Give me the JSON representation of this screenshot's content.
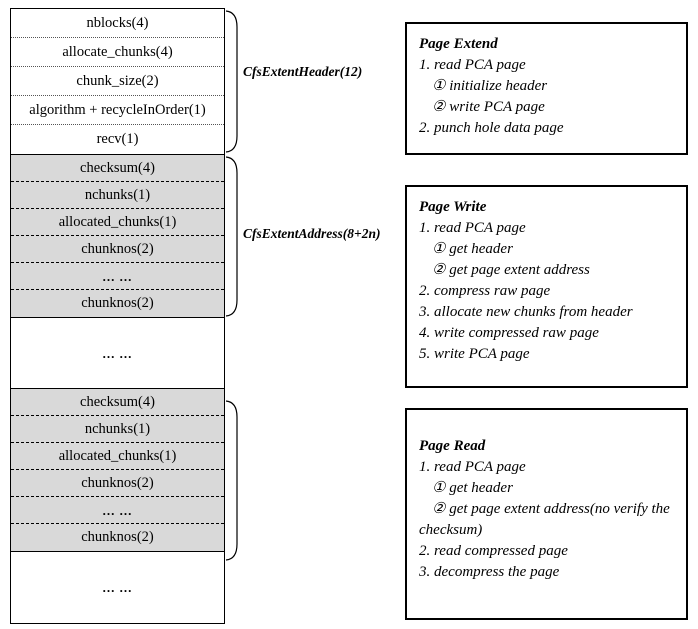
{
  "structure": {
    "header_rows": [
      {
        "label": "nblocks(4)"
      },
      {
        "label": "allocate_chunks(4)"
      },
      {
        "label": "chunk_size(2)"
      },
      {
        "label": "algorithm + recycleInOrder(1)"
      },
      {
        "label": "recv(1)"
      }
    ],
    "address_block_rows": [
      {
        "label": "checksum(4)"
      },
      {
        "label": "nchunks(1)"
      },
      {
        "label": "allocated_chunks(1)"
      },
      {
        "label": "chunknos(2)"
      },
      {
        "label": "... ..."
      },
      {
        "label": "chunknos(2)"
      }
    ],
    "gap_label": "... ...",
    "tail_label": "... ...",
    "brace_labels": {
      "header": "CfsExtentHeader(12)",
      "address": "CfsExtentAddress(8+2n)"
    }
  },
  "panels": [
    {
      "title": "Page Extend",
      "lines": [
        {
          "text": "1. read PCA page",
          "sub": false
        },
        {
          "text": "① initialize header",
          "sub": true
        },
        {
          "text": "② write PCA page",
          "sub": true
        },
        {
          "text": "2. punch hole data page",
          "sub": false
        }
      ]
    },
    {
      "title": "Page Write",
      "lines": [
        {
          "text": "1. read PCA page",
          "sub": false
        },
        {
          "text": "① get header",
          "sub": true
        },
        {
          "text": "② get page extent address",
          "sub": true
        },
        {
          "text": "2. compress raw page",
          "sub": false
        },
        {
          "text": "3. allocate new chunks from header",
          "sub": false
        },
        {
          "text": "4. write compressed raw page",
          "sub": false
        },
        {
          "text": "5. write PCA page",
          "sub": false
        }
      ]
    },
    {
      "title": "Page Read",
      "lines": [
        {
          "text": "1. read PCA page",
          "sub": false
        },
        {
          "text": "① get header",
          "sub": true
        },
        {
          "text": "② get page extent address(no verify the checksum)",
          "sub": true
        },
        {
          "text": "2. read compressed page",
          "sub": false
        },
        {
          "text": "3. decompress the page",
          "sub": false
        }
      ]
    }
  ],
  "colors": {
    "shaded_row": "#d9d9d9",
    "border": "#000000",
    "background": "#ffffff"
  }
}
